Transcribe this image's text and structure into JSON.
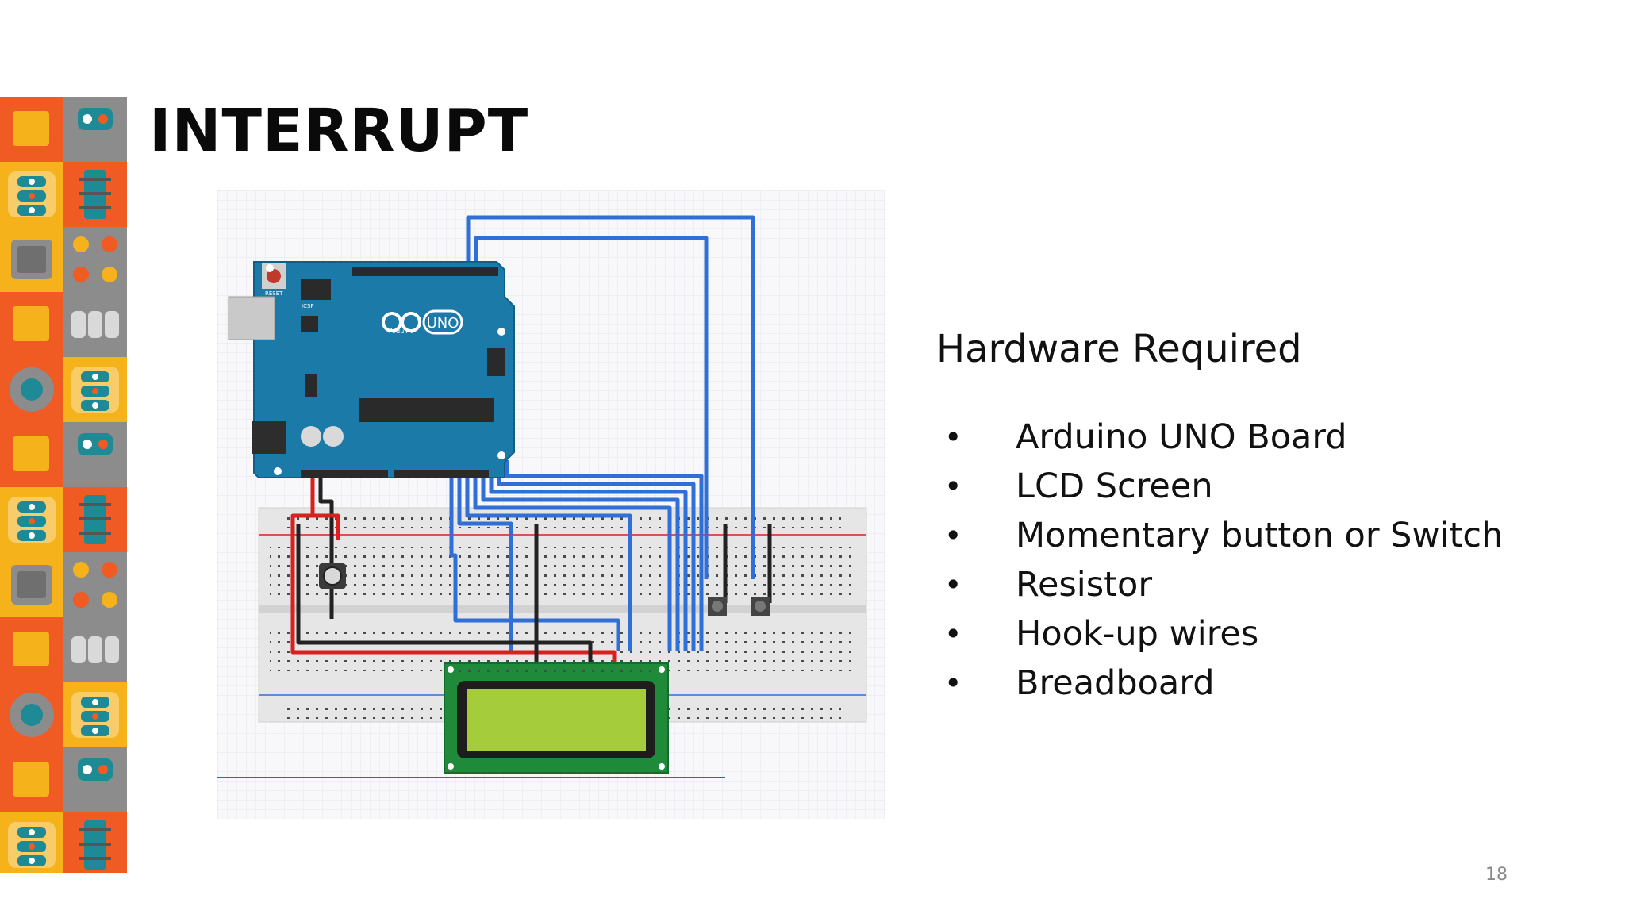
{
  "slide": {
    "title": "INTERRUPT",
    "page_number": "18"
  },
  "hardware": {
    "heading": "Hardware Required",
    "bullet_symbol": "•",
    "items": [
      "Arduino UNO Board",
      "LCD Screen",
      "Momentary button or Switch",
      "Resistor",
      "Hook-up wires",
      "Breadboard"
    ]
  },
  "figure": {
    "board_logo_text": "UNO",
    "board_brand_text": "Arduino",
    "reset_label": "RESET",
    "icsp_label": "ICSP"
  },
  "colors": {
    "board_blue": "#1b7aa8",
    "wire_blue": "#2f6fd6",
    "wire_red": "#d8201d",
    "lcd_green": "#a5cc3a",
    "pcb_green": "#1f8a3a",
    "deco_orange": "#f05a23",
    "deco_yellow": "#f5b21a",
    "deco_teal": "#1e8a96",
    "deco_gray": "#8c8c8c"
  }
}
